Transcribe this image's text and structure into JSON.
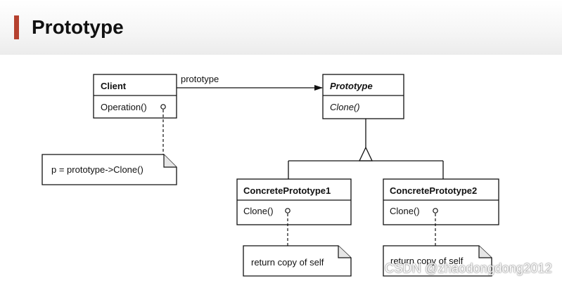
{
  "slide": {
    "title": "Prototype",
    "accent_color": "#b5412f"
  },
  "diagram": {
    "client": {
      "name": "Client",
      "operation": "Operation()"
    },
    "association_label": "prototype",
    "prototype": {
      "name": "Prototype",
      "operation": "Clone()"
    },
    "concrete1": {
      "name": "ConcretePrototype1",
      "operation": "Clone()"
    },
    "concrete2": {
      "name": "ConcretePrototype2",
      "operation": "Clone()"
    },
    "client_note": "p = prototype->Clone()",
    "concrete1_note": "return copy of self",
    "concrete2_note": "return copy of self"
  },
  "watermark": "CSDN @zhaodongdong2012"
}
